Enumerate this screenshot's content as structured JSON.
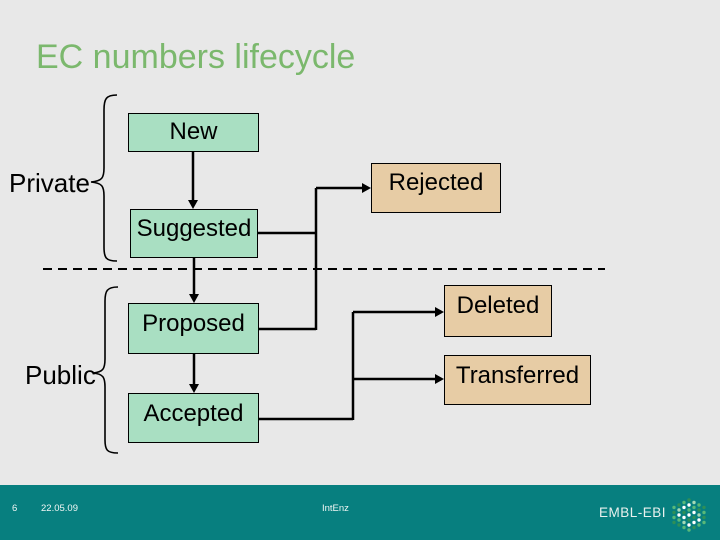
{
  "slide": {
    "title": "EC numbers lifecycle",
    "background_color": "#e8e8e8",
    "title_color": "#7bb86d"
  },
  "diagram": {
    "groups": [
      {
        "id": "private",
        "label": "Private"
      },
      {
        "id": "public",
        "label": "Public"
      }
    ],
    "divider": {
      "style": "dashed",
      "separates": "Private / Public"
    },
    "nodes": {
      "new": {
        "label": "New",
        "group": "private",
        "fill": "#a9dfc2"
      },
      "suggested": {
        "label": "Suggested",
        "group": "private",
        "fill": "#a9dfc2"
      },
      "proposed": {
        "label": "Proposed",
        "group": "public",
        "fill": "#a9dfc2"
      },
      "accepted": {
        "label": "Accepted",
        "group": "public",
        "fill": "#a9dfc2"
      },
      "rejected": {
        "label": "Rejected",
        "group": "terminal",
        "fill": "#e7cca5"
      },
      "deleted": {
        "label": "Deleted",
        "group": "terminal",
        "fill": "#e7cca5"
      },
      "transferred": {
        "label": "Transferred",
        "group": "terminal",
        "fill": "#e7cca5"
      }
    },
    "edges": [
      {
        "from": "New",
        "to": "Suggested"
      },
      {
        "from": "Suggested",
        "to": "Proposed"
      },
      {
        "from": "Suggested",
        "to": "Rejected"
      },
      {
        "from": "Proposed",
        "to": "Rejected"
      },
      {
        "from": "Proposed",
        "to": "Accepted"
      },
      {
        "from": "Accepted",
        "to": "Deleted"
      },
      {
        "from": "Accepted",
        "to": "Transferred"
      }
    ]
  },
  "footer": {
    "slide_number": "6",
    "date": "22.05.09",
    "project": "IntEnz",
    "logo_text": "EMBL-EBI",
    "bar_color": "#077f7f"
  }
}
